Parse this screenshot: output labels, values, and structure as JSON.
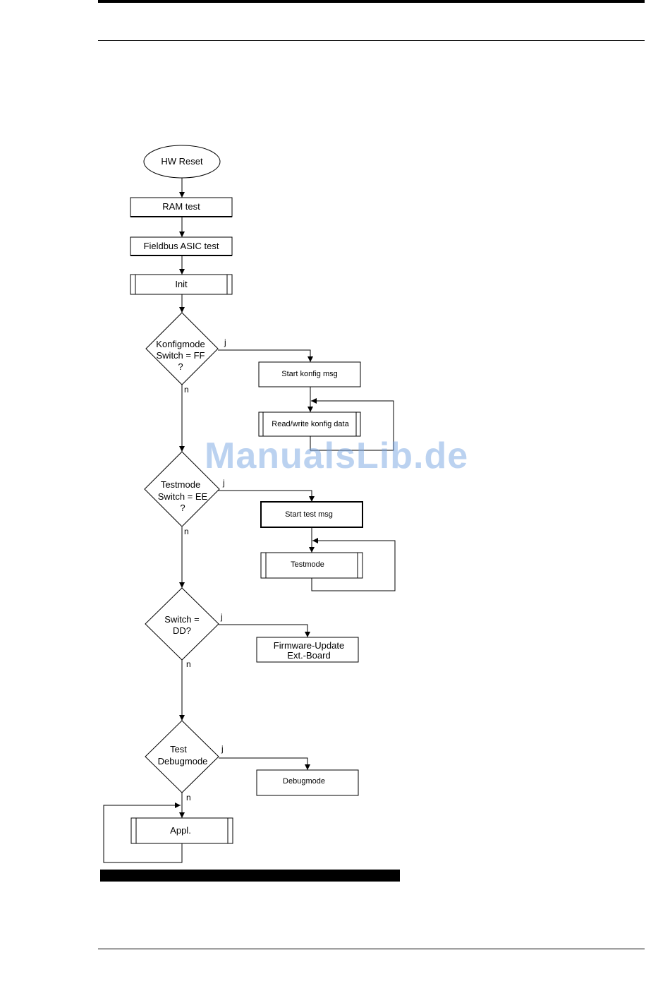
{
  "watermark": "ManualsLib.de",
  "flowchart": {
    "hw_reset": "HW Reset",
    "ram_test": "RAM test",
    "fieldbus_asic_test": "Fieldbus ASIC test",
    "init": "Init",
    "konfigmode": {
      "line1": "Konfigmode",
      "line2": "Switch = FF",
      "line3": "?",
      "yes": "j",
      "no": "n"
    },
    "start_konfig_msg": "Start konfig msg",
    "read_write_konfig": "Read/write konfig data",
    "testmode_decision": {
      "line1": "Testmode",
      "line2": "Switch = EE",
      "line3": "?",
      "yes": "j",
      "no": "n"
    },
    "start_test_msg": "Start test msg",
    "testmode": "Testmode",
    "switch_dd": {
      "line1": "Switch =",
      "line2": "DD?",
      "yes": "j",
      "no": "n"
    },
    "firmware_update": {
      "line1": "Firmware-Update",
      "line2": "Ext.-Board"
    },
    "test_debugmode": {
      "line1": "Test",
      "line2": "Debugmode",
      "yes": "j",
      "no": "n"
    },
    "debugmode": "Debugmode",
    "appl": "Appl."
  }
}
